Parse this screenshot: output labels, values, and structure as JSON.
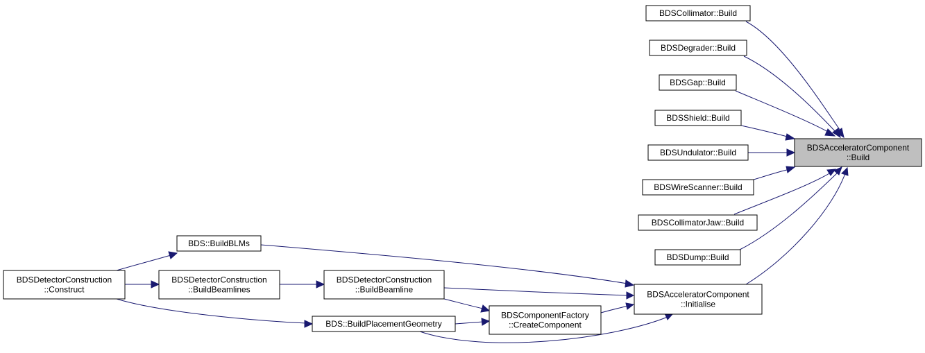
{
  "colors": {
    "edge": "#191970",
    "node_fill": "#ffffff",
    "highlight_fill": "#bfbfbf",
    "border": "#000000"
  },
  "nodes": [
    {
      "id": "acc-build",
      "lines": [
        "BDSAcceleratorComponent",
        "::Build"
      ],
      "highlight": true
    },
    {
      "id": "collimator-build",
      "lines": [
        "BDSCollimator::Build"
      ]
    },
    {
      "id": "degrader-build",
      "lines": [
        "BDSDegrader::Build"
      ]
    },
    {
      "id": "gap-build",
      "lines": [
        "BDSGap::Build"
      ]
    },
    {
      "id": "shield-build",
      "lines": [
        "BDSShield::Build"
      ]
    },
    {
      "id": "undulator-build",
      "lines": [
        "BDSUndulator::Build"
      ]
    },
    {
      "id": "wirescanner-build",
      "lines": [
        "BDSWireScanner::Build"
      ]
    },
    {
      "id": "collimatorjaw-build",
      "lines": [
        "BDSCollimatorJaw::Build"
      ]
    },
    {
      "id": "dump-build",
      "lines": [
        "BDSDump::Build"
      ]
    },
    {
      "id": "acc-initialise",
      "lines": [
        "BDSAcceleratorComponent",
        "::Initialise"
      ]
    },
    {
      "id": "buildblms",
      "lines": [
        "BDS::BuildBLMs"
      ]
    },
    {
      "id": "detector-construct",
      "lines": [
        "BDSDetectorConstruction",
        "::Construct"
      ]
    },
    {
      "id": "detector-buildbeamlines",
      "lines": [
        "BDSDetectorConstruction",
        "::BuildBeamlines"
      ]
    },
    {
      "id": "detector-buildbeamline",
      "lines": [
        "BDSDetectorConstruction",
        "::BuildBeamline"
      ]
    },
    {
      "id": "factory-createcomponent",
      "lines": [
        "BDSComponentFactory",
        "::CreateComponent"
      ]
    },
    {
      "id": "buildplacementgeometry",
      "lines": [
        "BDS::BuildPlacementGeometry"
      ]
    }
  ],
  "edges": [
    {
      "from": "collimator-build",
      "to": "acc-build"
    },
    {
      "from": "degrader-build",
      "to": "acc-build"
    },
    {
      "from": "gap-build",
      "to": "acc-build"
    },
    {
      "from": "shield-build",
      "to": "acc-build"
    },
    {
      "from": "undulator-build",
      "to": "acc-build"
    },
    {
      "from": "wirescanner-build",
      "to": "acc-build"
    },
    {
      "from": "collimatorjaw-build",
      "to": "acc-build"
    },
    {
      "from": "dump-build",
      "to": "acc-build"
    },
    {
      "from": "acc-initialise",
      "to": "acc-build"
    },
    {
      "from": "buildblms",
      "to": "acc-initialise"
    },
    {
      "from": "detector-buildbeamline",
      "to": "acc-initialise"
    },
    {
      "from": "factory-createcomponent",
      "to": "acc-initialise"
    },
    {
      "from": "buildplacementgeometry",
      "to": "acc-initialise"
    },
    {
      "from": "detector-buildbeamline",
      "to": "factory-createcomponent"
    },
    {
      "from": "buildplacementgeometry",
      "to": "factory-createcomponent"
    },
    {
      "from": "detector-construct",
      "to": "buildblms"
    },
    {
      "from": "detector-construct",
      "to": "detector-buildbeamlines"
    },
    {
      "from": "detector-construct",
      "to": "buildplacementgeometry"
    },
    {
      "from": "detector-buildbeamlines",
      "to": "detector-buildbeamline"
    }
  ]
}
